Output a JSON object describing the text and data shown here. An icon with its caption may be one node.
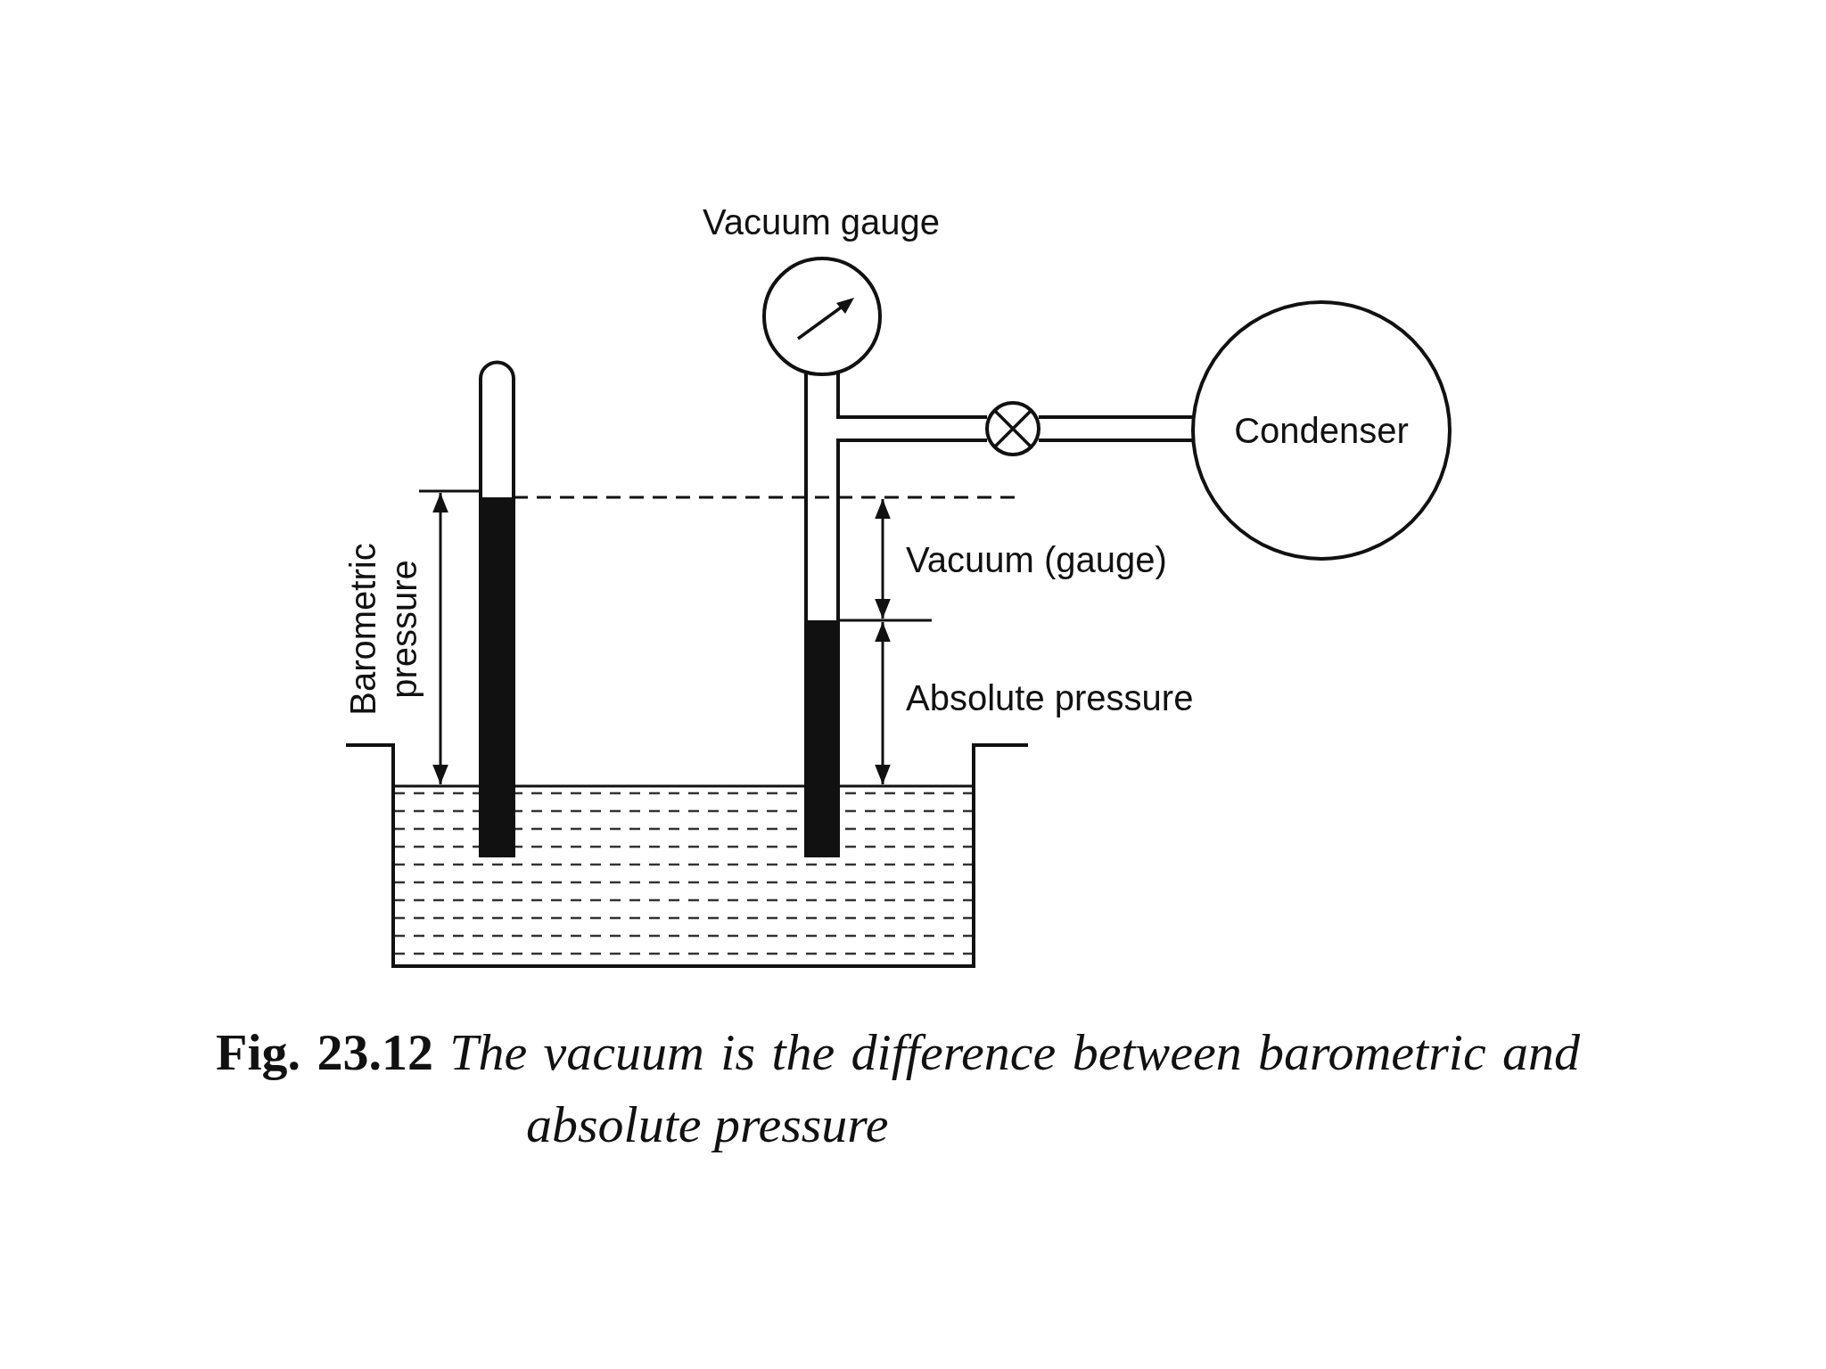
{
  "diagram": {
    "caption": "**Fig. 23.12** *The vacuum is the difference between barometric and absolute pressure*",
    "nodes": [
      {
        "text": [
          "Condenser"
        ]
      }
    ],
    "edges": [],
    "labels": [
      "Vacuum gauge",
      "Barometric pressure",
      "Vacuum (gauge)",
      "Absolute pressure"
    ]
  }
}
